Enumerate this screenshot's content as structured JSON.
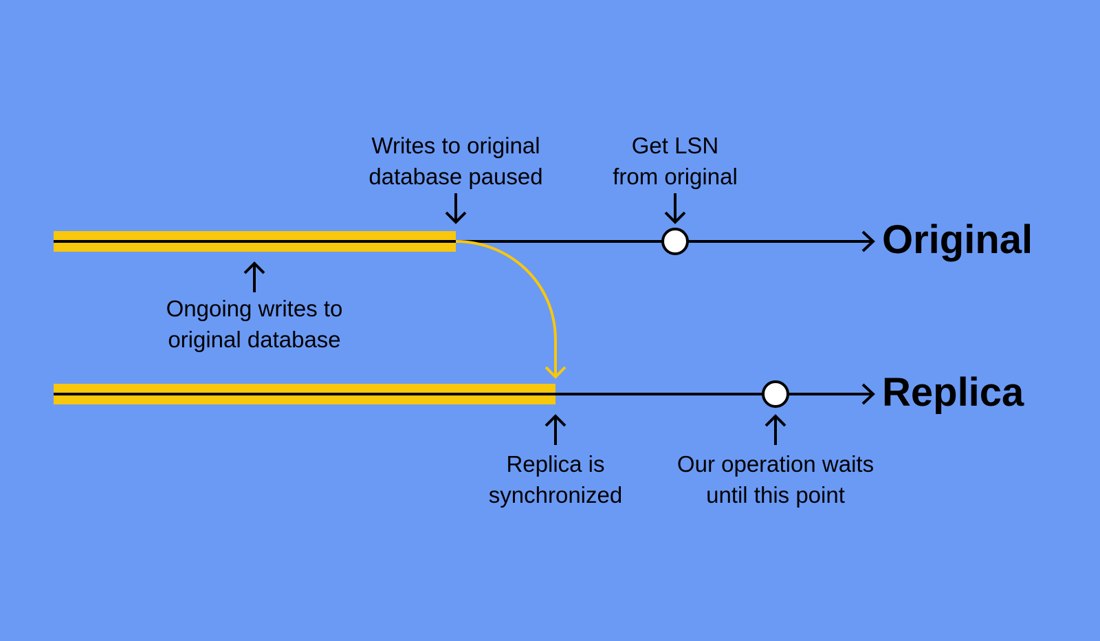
{
  "background_color": "#6b9af5",
  "highlight_color": "#f9c70b",
  "line_color": "#000000",
  "marker_fill": "#ffffff",
  "tracks": {
    "original": {
      "title": "Original"
    },
    "replica": {
      "title": "Replica"
    }
  },
  "annotations": {
    "writes_paused": {
      "line1": "Writes to original",
      "line2": "database paused"
    },
    "get_lsn": {
      "line1": "Get LSN",
      "line2": "from original"
    },
    "ongoing_writes": {
      "line1": "Ongoing writes to",
      "line2": "original database"
    },
    "replica_synced": {
      "line1": "Replica is",
      "line2": "synchronized"
    },
    "operation_waits": {
      "line1": "Our operation waits",
      "line2": "until this point"
    }
  },
  "icons": {
    "down_arrow": "arrow-down-icon",
    "up_arrow": "arrow-up-icon",
    "track_arrow": "arrow-right-icon",
    "point": "circle-marker-icon"
  }
}
